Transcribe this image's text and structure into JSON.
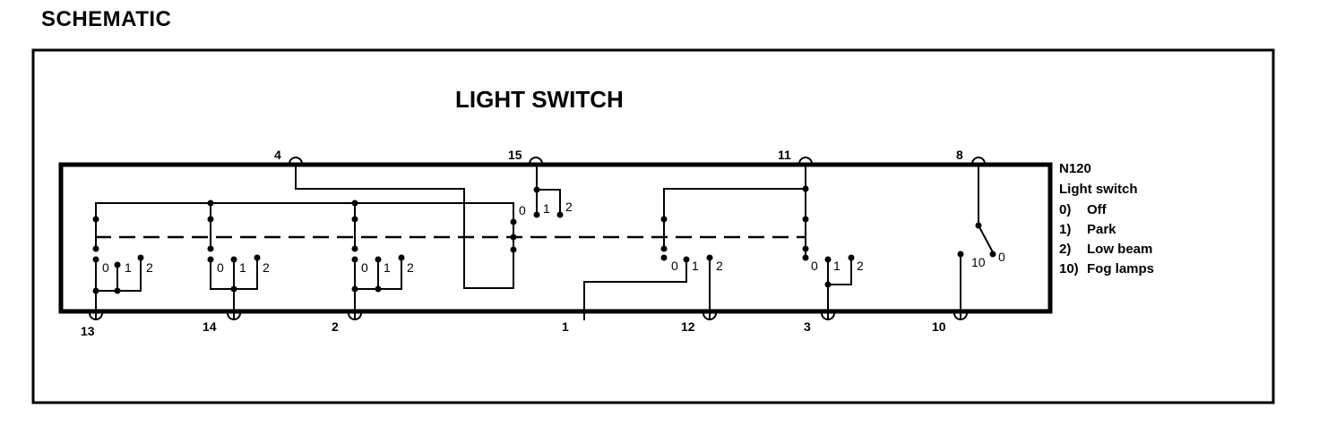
{
  "header": {
    "title": "SCHEMATIC"
  },
  "diagram": {
    "title": "LIGHT SWITCH",
    "component": {
      "code": "N120",
      "name": "Light switch",
      "positions": [
        {
          "code": "0)",
          "label": "Off"
        },
        {
          "code": "1)",
          "label": "Park"
        },
        {
          "code": "2)",
          "label": "Low beam"
        },
        {
          "code": "10)",
          "label": "Fog lamps"
        }
      ]
    },
    "top_terminals": [
      "4",
      "15",
      "11",
      "8"
    ],
    "bottom_terminals": [
      "13",
      "14",
      "2",
      "1",
      "12",
      "3",
      "10"
    ],
    "switch_positions": {
      "p0": "0",
      "p1": "1",
      "p2": "2",
      "p10": "10"
    }
  },
  "colors": {
    "line": "#000000",
    "background": "#ffffff"
  }
}
